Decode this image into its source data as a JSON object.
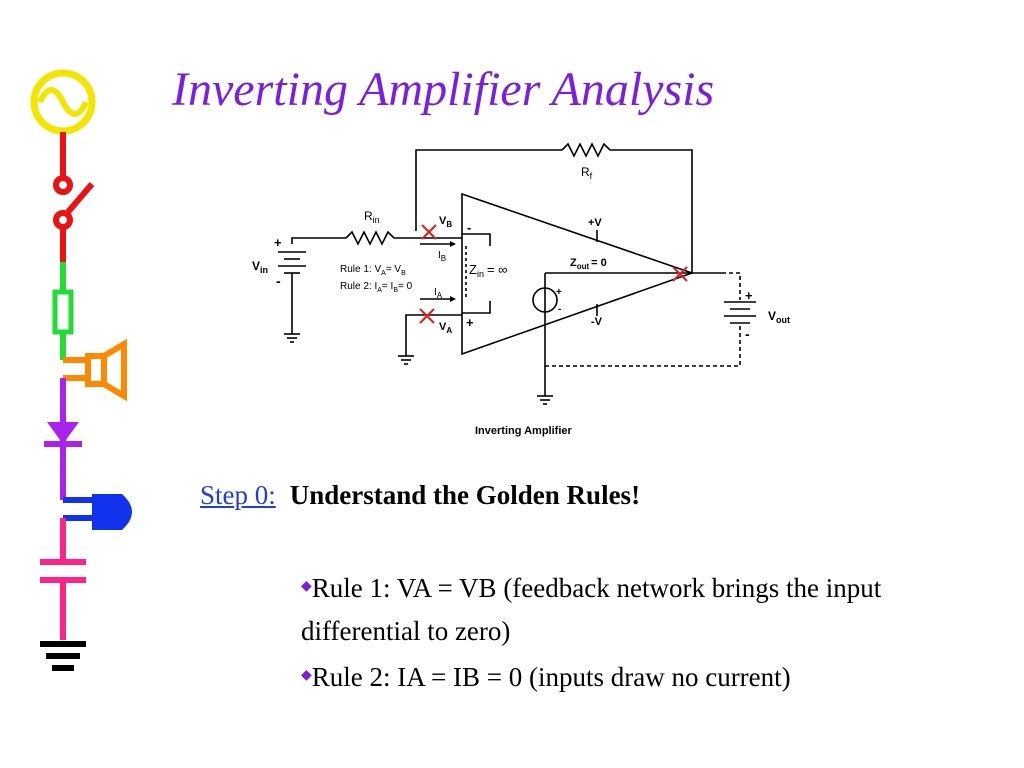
{
  "slide": {
    "title": "Inverting Amplifier Analysis",
    "step_label": "Step 0:",
    "step_text": "Understand the Golden Rules!",
    "bullets": [
      {
        "marker": "◆",
        "text": "Rule 1:  VA = VB (feedback network brings the input differential to zero)"
      },
      {
        "marker": "◆",
        "text": "Rule 2:  IA = IB = 0 (inputs draw no current)"
      }
    ]
  },
  "circuit": {
    "caption": "Inverting Amplifier",
    "rf": "R",
    "rf_sub": "f",
    "rin": "R",
    "rin_sub": "in",
    "vin": "V",
    "vin_sub": "in",
    "vout": "V",
    "vout_sub": "out",
    "vb": "V",
    "vb_sub": "B",
    "va": "V",
    "va_sub": "A",
    "ib": "I",
    "ib_sub": "B",
    "ia": "I",
    "ia_sub": "A",
    "pos_supply": "+V",
    "neg_supply": "-V",
    "zout": "Z",
    "zout_sub": "out",
    "zout_val": "= 0",
    "zin": "Z",
    "zin_sub": "in",
    "zin_val": "= ∞",
    "rule1_prefix": "Rule 1: V",
    "rule1_a": "A",
    "rule1_mid": "= V",
    "rule1_b": "B",
    "rule2_prefix": "Rule 2: I",
    "rule2_a": "A",
    "rule2_mid": "= I",
    "rule2_b": "B",
    "rule2_end": "= 0",
    "plus": "+",
    "minus": "-"
  },
  "colors": {
    "title": "#7a1fe0",
    "link": "#1f3fd6",
    "x_mark": "#e02020"
  }
}
